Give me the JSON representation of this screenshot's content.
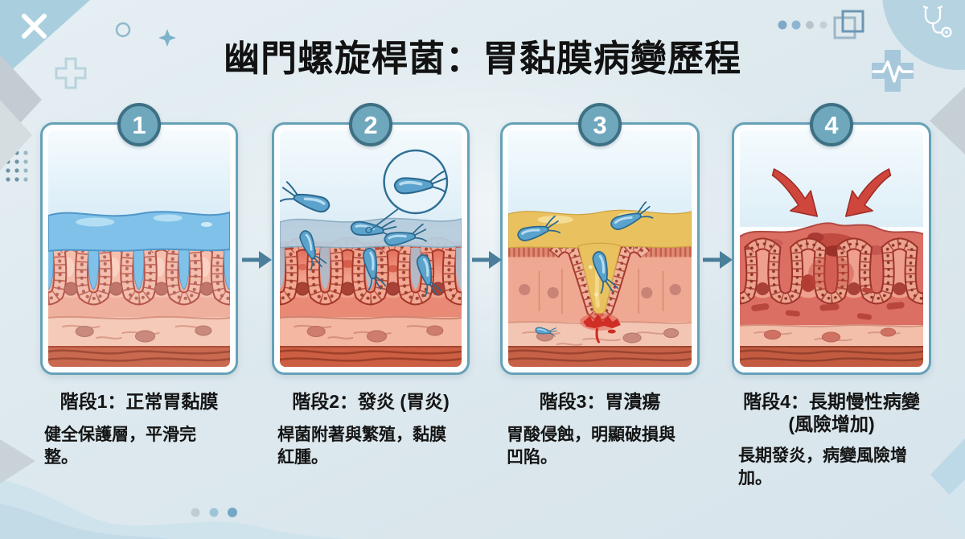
{
  "title": "幽門螺旋桿菌：胃黏膜病變歷程",
  "stages": [
    {
      "number": "1",
      "caption_title": "階段1：正常胃黏膜",
      "caption_title_line2": "",
      "description": "健全保護層，平滑完整。",
      "illustration": "normal-gastric-mucosa"
    },
    {
      "number": "2",
      "caption_title": "階段2：發炎 (胃炎)",
      "caption_title_line2": "",
      "description": "桿菌附著與繁殖，黏膜紅腫。",
      "illustration": "gastritis-bacteria-attachment"
    },
    {
      "number": "3",
      "caption_title": "階段3：胃潰瘍",
      "caption_title_line2": "",
      "description": "胃酸侵蝕，明顯破損與凹陷。",
      "illustration": "gastric-ulcer-acid-erosion"
    },
    {
      "number": "4",
      "caption_title": "階段4：長期慢性病變",
      "caption_title_line2": "(風險增加)",
      "description": "長期發炎，病變風險增加。",
      "illustration": "chronic-lesion-risk"
    }
  ],
  "colors": {
    "background": "#dde9ee",
    "panel_border": "#66a1b8",
    "badge_fill": "#6fa7bd",
    "badge_border": "#3e7084",
    "arrow": "#4a7e9a",
    "title_text": "#121212",
    "mucus_blue": "#7fc1e8",
    "inflamed_red": "#d95f4e",
    "acid_yellow": "#e9c25f",
    "blood_red": "#ce2e24",
    "bacteria_blue": "#5ba3cd"
  },
  "decorations": {
    "icons": [
      "close-icon",
      "circle-outline-icon",
      "sparkle-icon",
      "medical-plus-outline-icon",
      "dots-grid-icon",
      "stethoscope-icon",
      "overlapping-squares-icon",
      "medical-cross-pulse-icon",
      "arrow-right-icon",
      "wave-shape",
      "diamond-shape",
      "dots-row"
    ]
  }
}
